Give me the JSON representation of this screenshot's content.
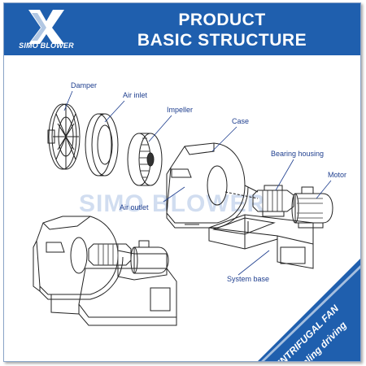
{
  "header": {
    "logo_text": "SIMO BLOWER",
    "title_line1": "PRODUCT",
    "title_line2": "BASIC STRUCTURE"
  },
  "watermark": "SIMO BLOWER",
  "labels": {
    "damper": "Damper",
    "air_inlet": "Air inlet",
    "impeller": "Impeller",
    "case": "Case",
    "bearing_housing": "Bearing housing",
    "motor": "Motor",
    "air_outlet": "Air outlet",
    "system_base": "System base"
  },
  "corner_badge": {
    "line1": "CENTRIFUGAL FAN",
    "line2": "Coupling driving"
  },
  "colors": {
    "header_blue": "#1f5fae",
    "label_blue": "#1f3f8f",
    "watermark": "#c9d8ee"
  }
}
